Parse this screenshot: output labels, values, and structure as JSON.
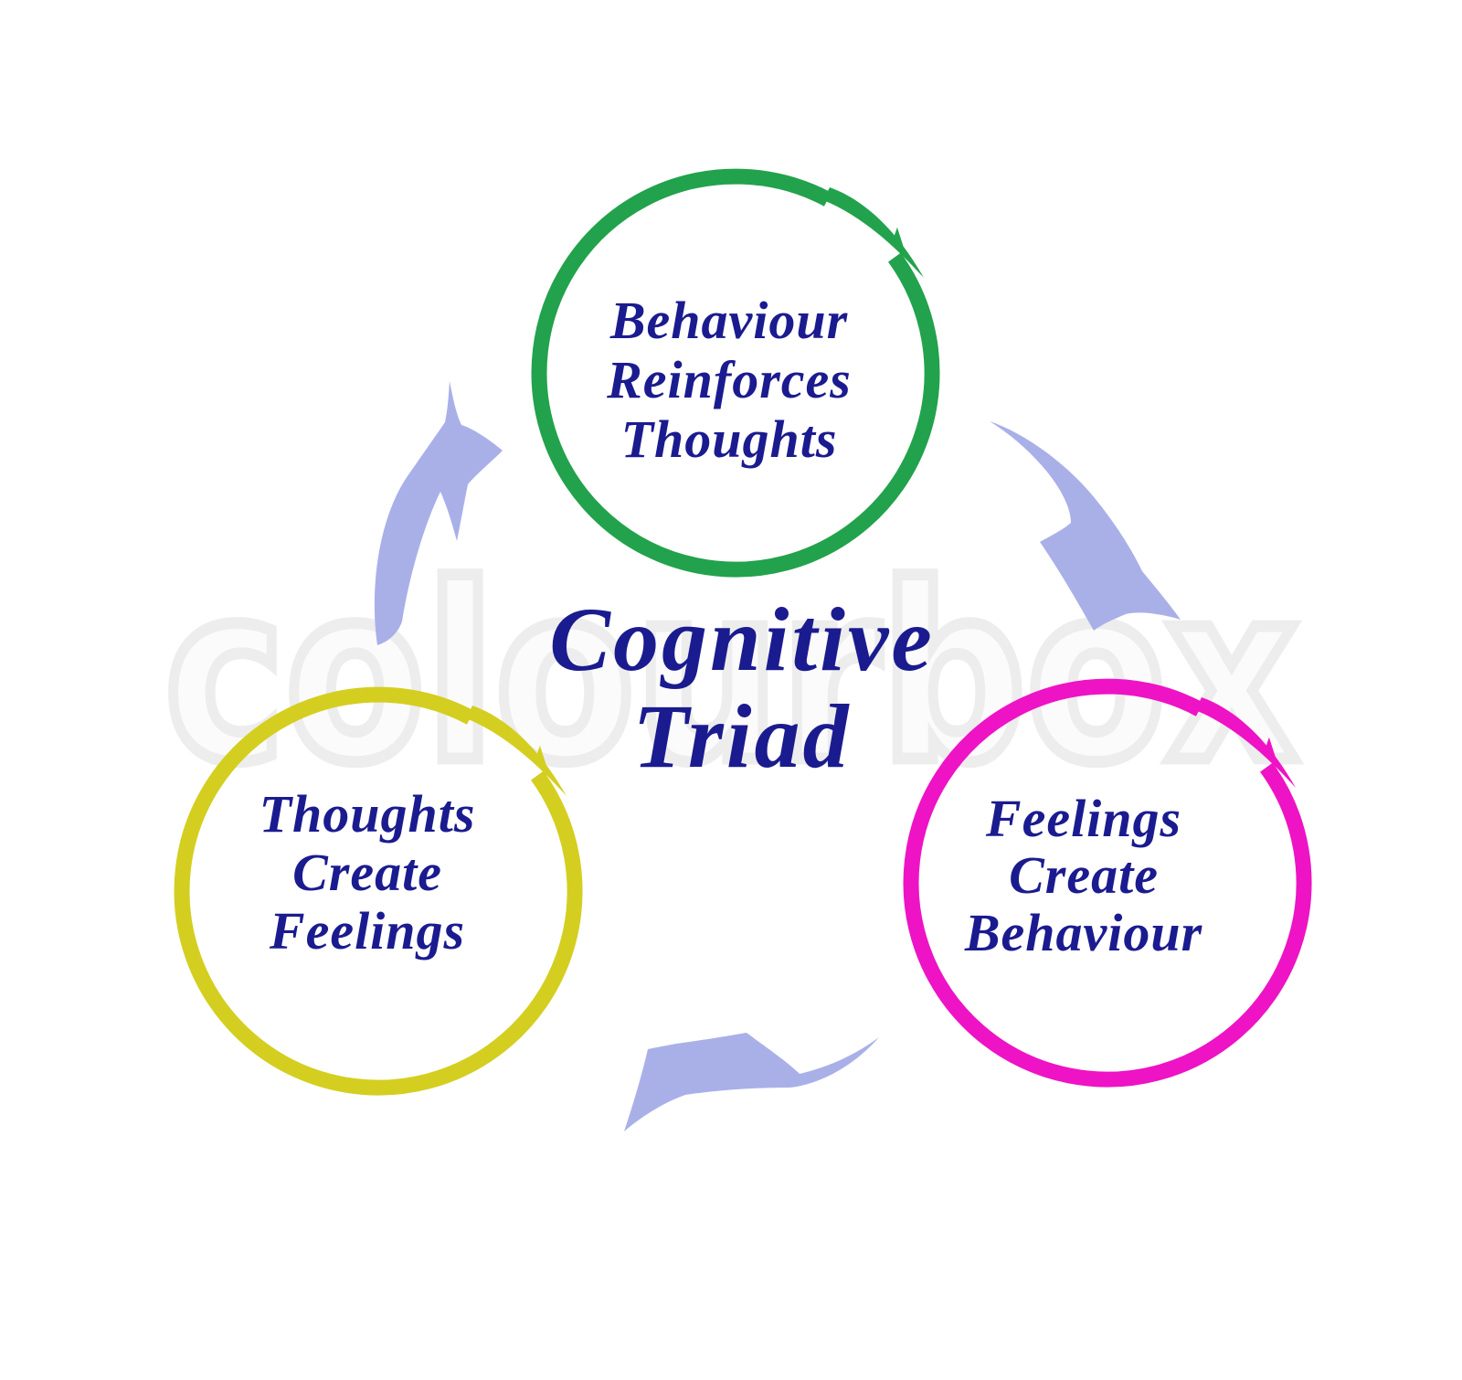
{
  "background_color": "#ffffff",
  "text_color": "#1b1b90",
  "title": {
    "line1": "Cognitive",
    "line2": "Triad"
  },
  "circles": {
    "top": {
      "color": "#22a24c",
      "lines": [
        "Behaviour",
        "Reinforces",
        "Thoughts"
      ]
    },
    "left": {
      "color": "#d4ce20",
      "lines": [
        "Thoughts",
        "Create",
        "Feelings"
      ]
    },
    "right": {
      "color": "#ee13c5",
      "lines": [
        "Feelings",
        "Create",
        "Behaviour"
      ]
    }
  },
  "arrows": {
    "color": "#a9b0e8"
  },
  "watermark": {
    "text": "colourbox",
    "color": "#ededed"
  }
}
